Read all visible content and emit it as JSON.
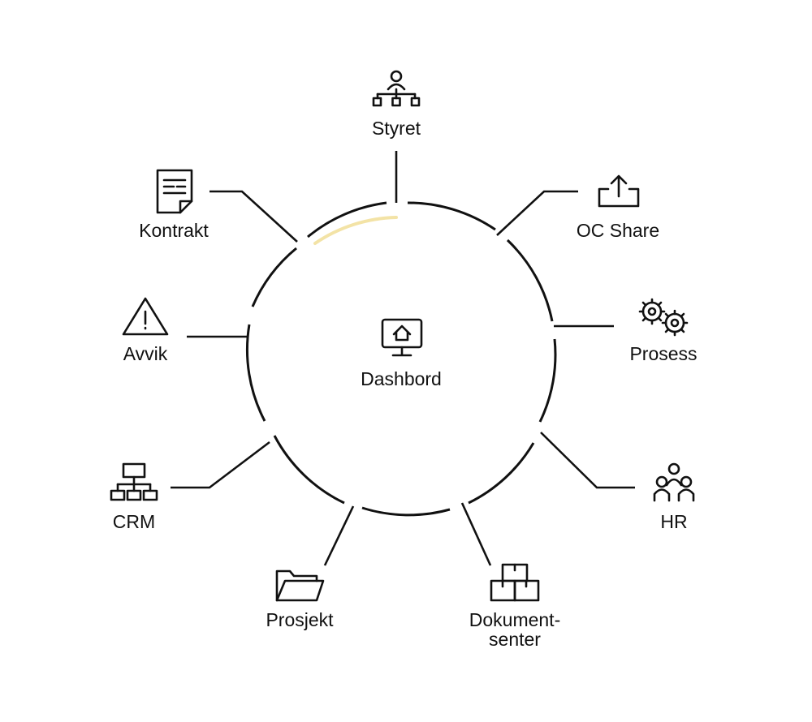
{
  "center": {
    "label": "Dashbord",
    "icon": "monitor-home-icon"
  },
  "highlight_color": "#f3e3a6",
  "line_color": "#111111",
  "nodes": [
    {
      "id": "styret",
      "label": "Styret",
      "icon": "org-chart-person-icon"
    },
    {
      "id": "oc-share",
      "label": "OC Share",
      "icon": "upload-share-icon"
    },
    {
      "id": "prosess",
      "label": "Prosess",
      "icon": "gears-icon"
    },
    {
      "id": "hr",
      "label": "HR",
      "icon": "people-group-icon"
    },
    {
      "id": "dokumentsenter",
      "label_line1": "Dokument-",
      "label_line2": "senter",
      "icon": "boxes-icon"
    },
    {
      "id": "prosjekt",
      "label": "Prosjekt",
      "icon": "folder-icon"
    },
    {
      "id": "crm",
      "label": "CRM",
      "icon": "network-hierarchy-icon"
    },
    {
      "id": "avvik",
      "label": "Avvik",
      "icon": "warning-triangle-icon"
    },
    {
      "id": "kontrakt",
      "label": "Kontrakt",
      "icon": "document-icon"
    }
  ]
}
